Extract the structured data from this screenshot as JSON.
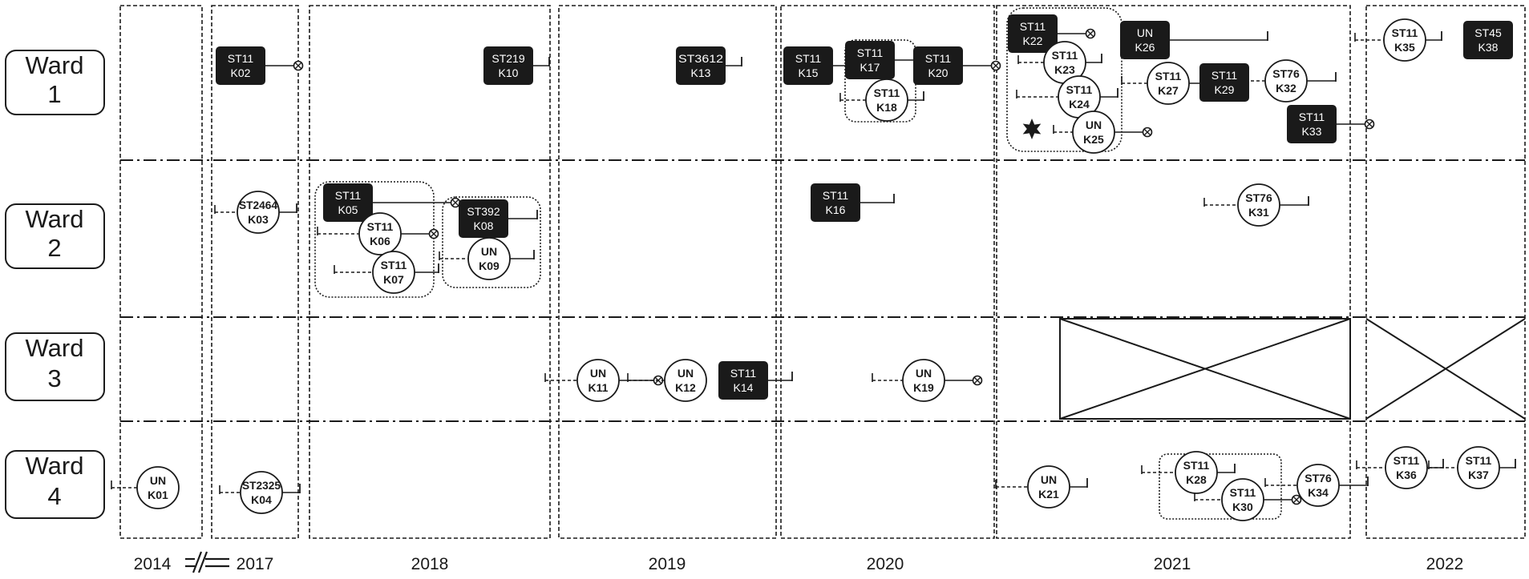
{
  "wards": [
    {
      "line1": "Ward",
      "line2": "1"
    },
    {
      "line1": "Ward",
      "line2": "2"
    },
    {
      "line1": "Ward",
      "line2": "3"
    },
    {
      "line1": "Ward",
      "line2": "4"
    }
  ],
  "years": [
    "2014",
    "2017",
    "2018",
    "2019",
    "2020",
    "2021",
    "2022"
  ],
  "axis_break": "=//=",
  "nodes": [
    {
      "id": "K01",
      "type": "UN",
      "ward": 4,
      "year": "2014",
      "style": "circle",
      "marker": "otimes",
      "lead": "dashed"
    },
    {
      "id": "K02",
      "type": "ST11",
      "ward": 1,
      "year": "2017",
      "style": "box",
      "marker": "otimes"
    },
    {
      "id": "K03",
      "type": "ST2464",
      "ward": 2,
      "year": "2017",
      "style": "circle",
      "marker": "bar",
      "lead": "dashed"
    },
    {
      "id": "K04",
      "type": "ST2325",
      "ward": 4,
      "year": "2017",
      "style": "circle",
      "marker": "bar",
      "lead": "dashed"
    },
    {
      "id": "K05",
      "type": "ST11",
      "ward": 2,
      "year": "2018",
      "style": "box",
      "marker": "otimes",
      "cluster": "2018-A"
    },
    {
      "id": "K06",
      "type": "ST11",
      "ward": 2,
      "year": "2018",
      "style": "circle",
      "marker": "otimes",
      "lead": "dashed",
      "cluster": "2018-A"
    },
    {
      "id": "K07",
      "type": "ST11",
      "ward": 2,
      "year": "2018",
      "style": "circle",
      "marker": "bar",
      "lead": "dashed",
      "cluster": "2018-A"
    },
    {
      "id": "K08",
      "type": "ST392",
      "ward": 2,
      "year": "2018",
      "style": "box",
      "marker": "bar",
      "cluster": "2018-B"
    },
    {
      "id": "K09",
      "type": "UN",
      "ward": 2,
      "year": "2018",
      "style": "circle",
      "marker": "bar",
      "lead": "dashed",
      "cluster": "2018-B"
    },
    {
      "id": "K10",
      "type": "ST219",
      "ward": 1,
      "year": "2018",
      "style": "box",
      "marker": "bar"
    },
    {
      "id": "K11",
      "type": "UN",
      "ward": 3,
      "year": "2019",
      "style": "circle",
      "marker": "otimes",
      "lead": "dashed"
    },
    {
      "id": "K12",
      "type": "UN",
      "ward": 3,
      "year": "2019",
      "style": "circle",
      "marker": "none",
      "lead": "dashed"
    },
    {
      "id": "K13",
      "type": "ST3612",
      "ward": 1,
      "year": "2019",
      "style": "box",
      "marker": "bar"
    },
    {
      "id": "K14",
      "type": "ST11",
      "ward": 3,
      "year": "2019",
      "style": "box",
      "marker": "bar"
    },
    {
      "id": "K15",
      "type": "ST11",
      "ward": 1,
      "year": "2020",
      "style": "box",
      "marker": "bar"
    },
    {
      "id": "K16",
      "type": "ST11",
      "ward": 2,
      "year": "2020",
      "style": "box",
      "marker": "bar"
    },
    {
      "id": "K17",
      "type": "ST11",
      "ward": 1,
      "year": "2020",
      "style": "box",
      "marker": "bar",
      "cluster": "2020-A"
    },
    {
      "id": "K18",
      "type": "ST11",
      "ward": 1,
      "year": "2020",
      "style": "circle",
      "marker": "bar",
      "lead": "dashed",
      "cluster": "2020-A"
    },
    {
      "id": "K19",
      "type": "UN",
      "ward": 3,
      "year": "2020",
      "style": "circle",
      "marker": "otimes",
      "lead": "dashed"
    },
    {
      "id": "K20",
      "type": "ST11",
      "ward": 1,
      "year": "2020",
      "style": "box",
      "marker": "otimes"
    },
    {
      "id": "K21",
      "type": "UN",
      "ward": 4,
      "year": "2021",
      "style": "circle",
      "marker": "bar",
      "lead": "dashed"
    },
    {
      "id": "K22",
      "type": "ST11",
      "ward": 1,
      "year": "2021",
      "style": "box",
      "marker": "otimes",
      "cluster": "2021-A"
    },
    {
      "id": "K23",
      "type": "ST11",
      "ward": 1,
      "year": "2021",
      "style": "circle",
      "marker": "bar",
      "lead": "dashed",
      "cluster": "2021-A"
    },
    {
      "id": "K24",
      "type": "ST11",
      "ward": 1,
      "year": "2021",
      "style": "circle",
      "marker": "bar",
      "lead": "dashed",
      "cluster": "2021-A"
    },
    {
      "id": "K25",
      "type": "UN",
      "ward": 1,
      "year": "2021",
      "style": "circle",
      "marker": "otimes",
      "lead": "dashed",
      "cluster": "2021-A"
    },
    {
      "id": "K26",
      "type": "UN",
      "ward": 1,
      "year": "2021",
      "style": "box",
      "marker": "bar"
    },
    {
      "id": "K27",
      "type": "ST11",
      "ward": 1,
      "year": "2021",
      "style": "circle",
      "marker": "otimes",
      "lead": "dashed"
    },
    {
      "id": "K28",
      "type": "ST11",
      "ward": 4,
      "year": "2021",
      "style": "circle",
      "marker": "bar",
      "lead": "dashed",
      "cluster": "2021-B"
    },
    {
      "id": "K29",
      "type": "ST11",
      "ward": 1,
      "year": "2021",
      "style": "box",
      "marker": "none"
    },
    {
      "id": "K30",
      "type": "ST11",
      "ward": 4,
      "year": "2021",
      "style": "circle",
      "marker": "otimes",
      "lead": "dashed",
      "cluster": "2021-B"
    },
    {
      "id": "K31",
      "type": "ST76",
      "ward": 2,
      "year": "2021",
      "style": "circle",
      "marker": "bar",
      "lead": "dashed"
    },
    {
      "id": "K32",
      "type": "ST76",
      "ward": 1,
      "year": "2021",
      "style": "circle",
      "marker": "bar",
      "lead": "dashed"
    },
    {
      "id": "K33",
      "type": "ST11",
      "ward": 1,
      "year": "2021",
      "style": "box",
      "marker": "otimes"
    },
    {
      "id": "K34",
      "type": "ST76",
      "ward": 4,
      "year": "2021",
      "style": "circle",
      "marker": "bar",
      "lead": "dashed"
    },
    {
      "id": "K35",
      "type": "ST11",
      "ward": 1,
      "year": "2022",
      "style": "circle",
      "marker": "bar",
      "lead": "dashed"
    },
    {
      "id": "K36",
      "type": "ST11",
      "ward": 4,
      "year": "2022",
      "style": "circle",
      "marker": "bar",
      "lead": "dashed"
    },
    {
      "id": "K37",
      "type": "ST11",
      "ward": 4,
      "year": "2022",
      "style": "circle",
      "marker": "bar",
      "lead": "dashed"
    },
    {
      "id": "K38",
      "type": "ST45",
      "ward": 1,
      "year": "2022",
      "style": "box",
      "marker": "none"
    }
  ],
  "clusters": [
    "2018-A",
    "2018-B",
    "2020-A",
    "2021-A",
    "2021-B"
  ],
  "crossed_out_cells": [
    {
      "ward": 3,
      "year": "2021"
    },
    {
      "ward": 3,
      "year": "2022"
    }
  ],
  "special_marks": [
    {
      "type": "star",
      "ward": 1,
      "year": "2021",
      "cluster": "2021-A"
    }
  ],
  "colors": {
    "dark_node": "#1a1a1a",
    "line": "#1a1a1a",
    "background": "#ffffff",
    "text": "#1a1a1a"
  }
}
